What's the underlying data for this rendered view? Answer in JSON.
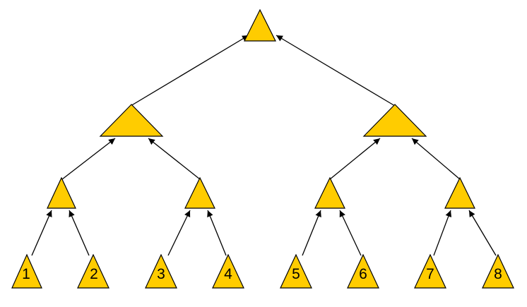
{
  "diagram": {
    "colors": {
      "node_fill": "#ffcc00",
      "node_stroke": "#000000",
      "edge": "#000000",
      "background": "#ffffff"
    },
    "leaves": [
      {
        "label": "1"
      },
      {
        "label": "2"
      },
      {
        "label": "3"
      },
      {
        "label": "4"
      },
      {
        "label": "5"
      },
      {
        "label": "6"
      },
      {
        "label": "7"
      },
      {
        "label": "8"
      }
    ]
  }
}
